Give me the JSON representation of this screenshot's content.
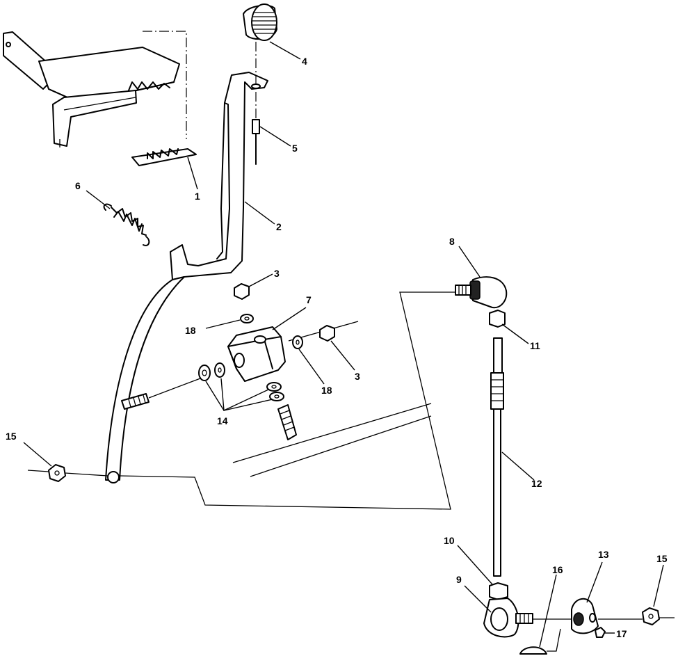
{
  "callouts": {
    "c1": "1",
    "c2": "2",
    "c3a": "3",
    "c3b": "3",
    "c4": "4",
    "c5": "5",
    "c6": "6",
    "c7": "7",
    "c8": "8",
    "c9": "9",
    "c10": "10",
    "c11": "11",
    "c12": "12",
    "c13": "13",
    "c14": "14",
    "c15a": "15",
    "c15b": "15",
    "c16": "16",
    "c17": "17",
    "c18a": "18",
    "c18b": "18"
  },
  "colors": {
    "ink": "#000000",
    "paper": "#ffffff"
  }
}
